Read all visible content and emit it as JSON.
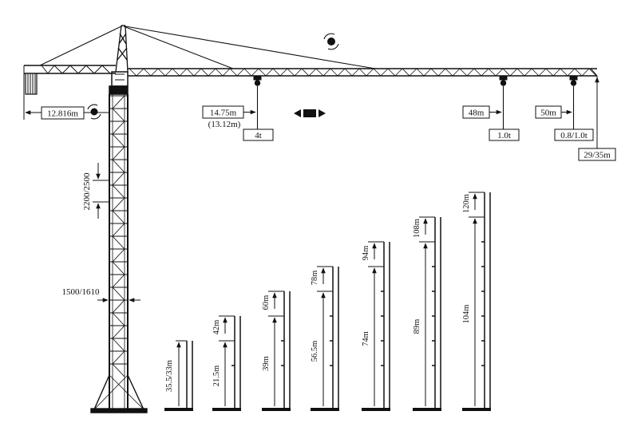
{
  "crane": {
    "counter_jib_length": "12.816m",
    "mast_section_height": "2200/2500",
    "mast_width": "1500/1610",
    "rotation_icon": "rotation-icon",
    "trolley_icon": "trolley-direction-icon",
    "jib_loads": [
      {
        "radius": "14.75m",
        "radius_alt": "(13.12m)",
        "load": "4t"
      },
      {
        "radius": "48m",
        "load": "1.0t"
      },
      {
        "radius": "50m",
        "load": "0.8/1.0t"
      }
    ],
    "tip_height": "29/35m"
  },
  "configurations": [
    {
      "sections": 1,
      "free_height": "35.5/33m"
    },
    {
      "sections": 1,
      "max_height": "42m",
      "hook_height": "21.5m"
    },
    {
      "sections": 2,
      "max_height": "60m",
      "hook_height": "39m"
    },
    {
      "sections": 3,
      "max_height": "78m",
      "hook_height": "56.5m"
    },
    {
      "sections": 4,
      "max_height": "94m",
      "hook_height": "74m"
    },
    {
      "sections": 5,
      "max_height": "108m",
      "hook_height": "89m"
    },
    {
      "sections": 6,
      "max_height": "120m",
      "hook_height": "104m"
    }
  ]
}
